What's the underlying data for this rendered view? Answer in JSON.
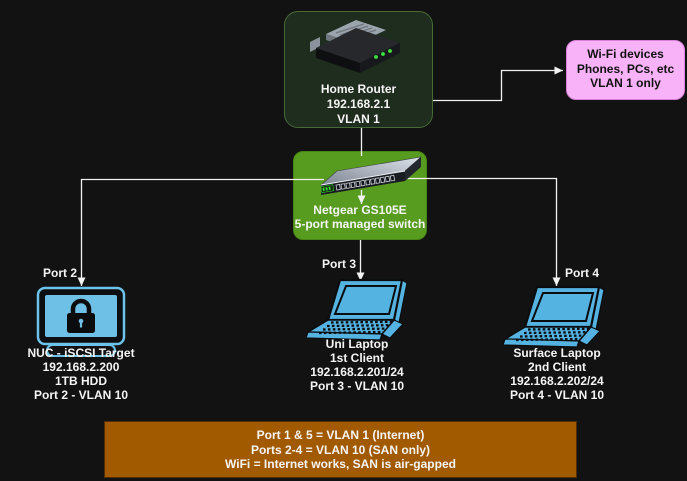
{
  "diagram": {
    "background": "#121212",
    "connector_color": "#f2f2f2",
    "device_accent_blue": "#55b3e2",
    "led_green": "#3ce63c",
    "nodes": {
      "home_router": {
        "icon": "router-icon",
        "fill": "#1f2d1f",
        "border": "#476a37",
        "lines": [
          "Home Router",
          "192.168.2.1",
          "VLAN 1"
        ]
      },
      "wifi_devices": {
        "fill": "#f8b3f8",
        "border": "#d97ed9",
        "lines": [
          "Wi-Fi devices",
          "Phones, PCs, etc",
          "VLAN 1 only"
        ]
      },
      "switch": {
        "icon": "switch-icon",
        "fill": "#579c1e",
        "lines": [
          "Netgear GS105E",
          "5-port managed switch"
        ]
      },
      "nuc": {
        "icon": "monitor-lock-icon",
        "port_label": "Port 2",
        "lines": [
          "NUC - iSCSI Target",
          "192.168.2.200",
          "1TB HDD",
          "Port 2 - VLAN 10"
        ]
      },
      "uni_laptop": {
        "icon": "laptop-icon",
        "port_label": "Port 3",
        "lines": [
          "Uni Laptop",
          "1st Client",
          "192.168.2.201/24",
          "Port 3 - VLAN 10"
        ]
      },
      "surface_laptop": {
        "icon": "laptop-icon",
        "port_label": "Port 4",
        "lines": [
          "Surface Laptop",
          "2nd Client",
          "192.168.2.202/24",
          "Port 4 - VLAN 10"
        ]
      },
      "legend": {
        "fill": "#a25a00",
        "lines": [
          "Port 1 & 5 = VLAN 1 (Internet)",
          "Ports 2-4 = VLAN 10 (SAN only)",
          "WiFi = Internet works, SAN is air-gapped"
        ]
      }
    },
    "edges": [
      {
        "from": "home_router",
        "to": "switch"
      },
      {
        "from": "home_router",
        "to": "wifi_devices"
      },
      {
        "from": "switch",
        "to": "nuc",
        "label": "Port 2"
      },
      {
        "from": "switch",
        "to": "uni_laptop",
        "label": "Port 3"
      },
      {
        "from": "switch",
        "to": "surface_laptop",
        "label": "Port 4"
      }
    ]
  }
}
